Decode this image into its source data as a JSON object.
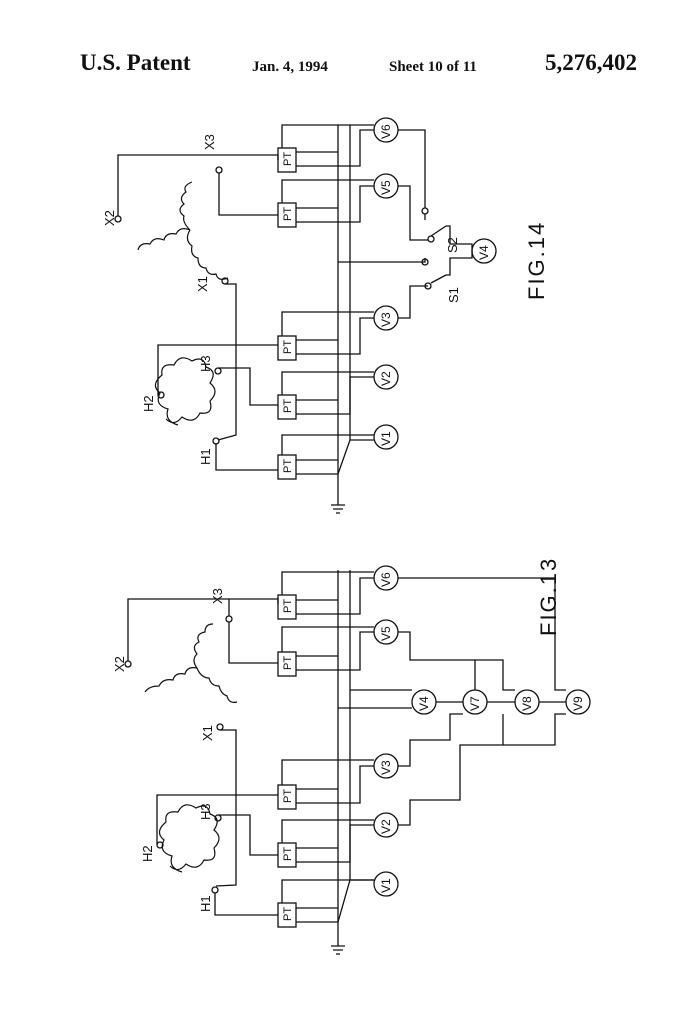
{
  "header": {
    "title": "U.S. Patent",
    "date": "Jan. 4, 1994",
    "sheet": "Sheet 10 of 11",
    "patent_number": "5,276,402"
  },
  "fig14": {
    "caption": "FIG.14",
    "terminals": {
      "x1": "X1",
      "x2": "X2",
      "x3": "X3",
      "h1": "H1",
      "h2": "H2",
      "h3": "H3"
    },
    "pt_label": "PT",
    "voltmeters": [
      "V1",
      "V2",
      "V3",
      "V4",
      "V5",
      "V6"
    ],
    "switches": [
      "S1",
      "S2"
    ]
  },
  "fig13": {
    "caption": "FIG.13",
    "terminals": {
      "x1": "X1",
      "x2": "X2",
      "x3": "X3",
      "h1": "H1",
      "h2": "H2",
      "h3": "H3"
    },
    "pt_label": "PT",
    "voltmeters": [
      "V1",
      "V2",
      "V3",
      "V4",
      "V5",
      "V6",
      "V7",
      "V8",
      "V9"
    ]
  }
}
